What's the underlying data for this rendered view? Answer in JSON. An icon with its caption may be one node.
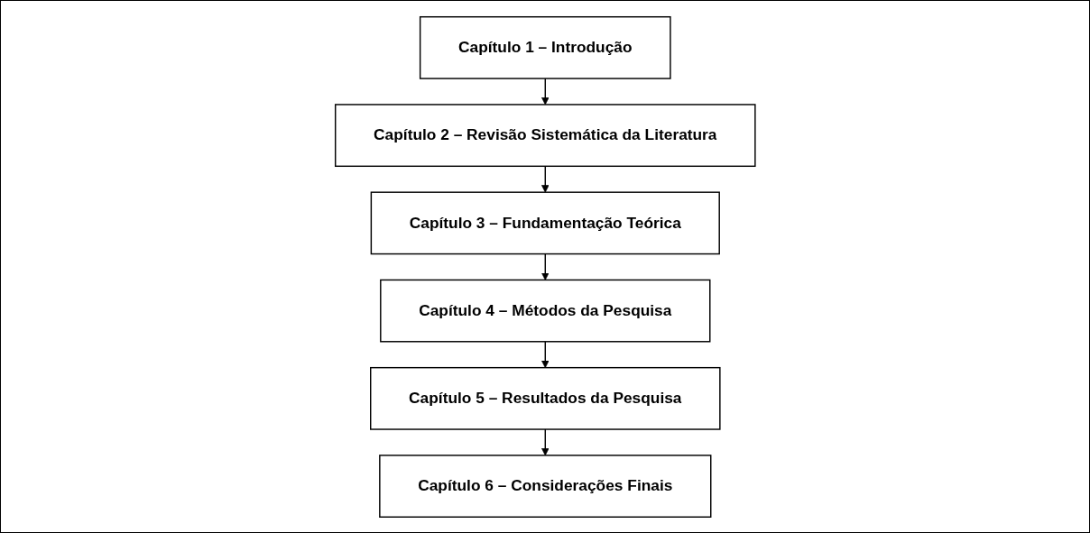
{
  "diagram": {
    "nodes": [
      {
        "text": [
          "Capítulo 1 – Introdução"
        ]
      },
      {
        "text": [
          "Capítulo 2 – Revisão Sistemática da Literatura"
        ]
      },
      {
        "text": [
          "Capítulo 3 – Fundamentação Teórica"
        ]
      },
      {
        "text": [
          "Capítulo 4 – Métodos da Pesquisa"
        ]
      },
      {
        "text": [
          "Capítulo 5 – Resultados da Pesquisa"
        ]
      },
      {
        "text": [
          "Capítulo 6 – Considerações Finais"
        ]
      }
    ],
    "edges": [
      {
        "from": 0,
        "to": 1,
        "arrow": "to"
      },
      {
        "from": 1,
        "to": 2,
        "arrow": "to"
      },
      {
        "from": 2,
        "to": 3,
        "arrow": "to"
      },
      {
        "from": 3,
        "to": 4,
        "arrow": "to"
      },
      {
        "from": 4,
        "to": 5,
        "arrow": "to"
      }
    ]
  }
}
